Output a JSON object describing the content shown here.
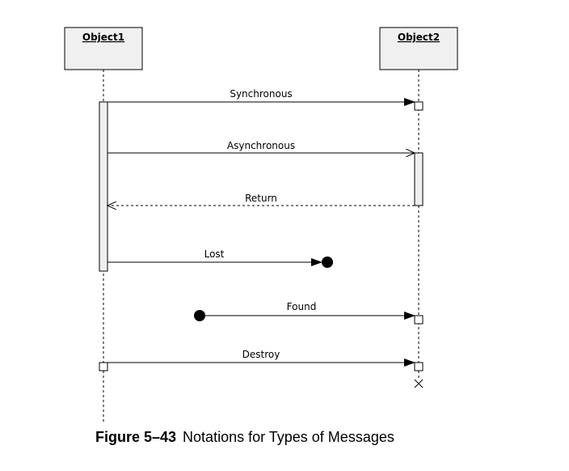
{
  "objects": [
    {
      "name": "Object1"
    },
    {
      "name": "Object2"
    }
  ],
  "messages": [
    {
      "label": "Synchronous",
      "kind": "synchronous"
    },
    {
      "label": "Asynchronous",
      "kind": "asynchronous"
    },
    {
      "label": "Return",
      "kind": "return"
    },
    {
      "label": "Lost",
      "kind": "lost"
    },
    {
      "label": "Found",
      "kind": "found"
    },
    {
      "label": "Destroy",
      "kind": "destroy"
    }
  ],
  "caption": {
    "number": "Figure 5–43",
    "text": "Notations for Types of Messages"
  }
}
